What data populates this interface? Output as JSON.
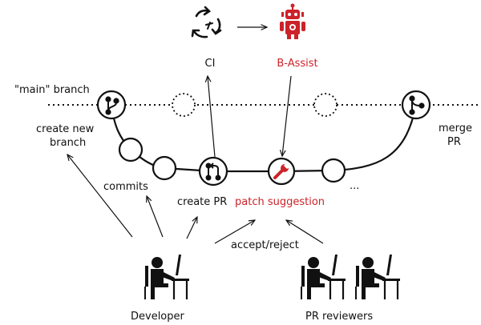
{
  "colors": {
    "ink": "#111111",
    "accent": "#cc2229",
    "background": "#ffffff"
  },
  "labels": {
    "ci": "CI",
    "b_assist": "B-Assist",
    "main_branch": "\"main\" branch",
    "create_new_branch_1": "create new",
    "create_new_branch_2": "branch",
    "merge_pr_1": "merge",
    "merge_pr_2": "PR",
    "commits": "commits",
    "create_pr": "create PR",
    "patch_suggestion": "patch suggestion",
    "ellipsis": "...",
    "accept_reject": "accept/reject",
    "developer": "Developer",
    "pr_reviewers": "PR reviewers"
  },
  "icons": {
    "ci": "sync-arrows-icon",
    "b_assist": "robot-icon",
    "branch": "git-branch-icon",
    "merge": "git-merge-icon",
    "pull_request": "pull-request-icon",
    "patch": "wrench-icon",
    "developer": "person-at-computer-icon"
  }
}
